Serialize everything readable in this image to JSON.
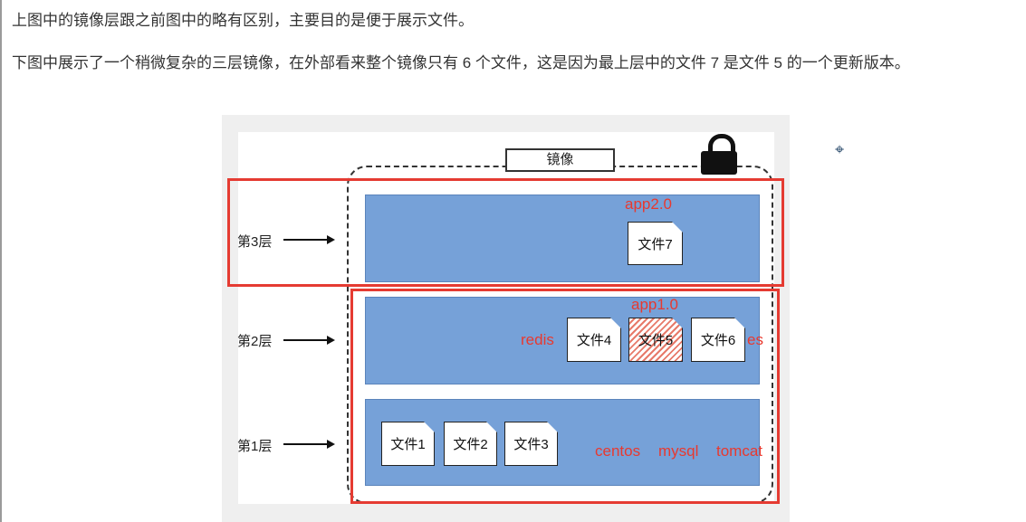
{
  "article": {
    "paragraph1": "上图中的镜像层跟之前图中的略有区别，主要目的是便于展示文件。",
    "paragraph2": "下图中展示了一个稍微复杂的三层镜像，在外部看来整个镜像只有 6 个文件，这是因为最上层中的文件 7 是文件 5 的一个更新版本。"
  },
  "diagram": {
    "image_label": "镜像",
    "layers": {
      "layer3": "第3层",
      "layer2": "第2层",
      "layer1": "第1层"
    },
    "files": {
      "f1": "文件1",
      "f2": "文件2",
      "f3": "文件3",
      "f4": "文件4",
      "f5": "文件5",
      "f6": "文件6",
      "f7": "文件7"
    },
    "annotations": {
      "app2": "app2.0",
      "app1": "app1.0",
      "redis": "redis",
      "es": "es",
      "centos": "centos",
      "mysql": "mysql",
      "tomcat": "tomcat"
    },
    "lock_icon": "lock-icon",
    "annotation_color": "#e8392f",
    "layer_color": "#76a1d8"
  },
  "cursor_icon": "crosshair-cursor-icon"
}
